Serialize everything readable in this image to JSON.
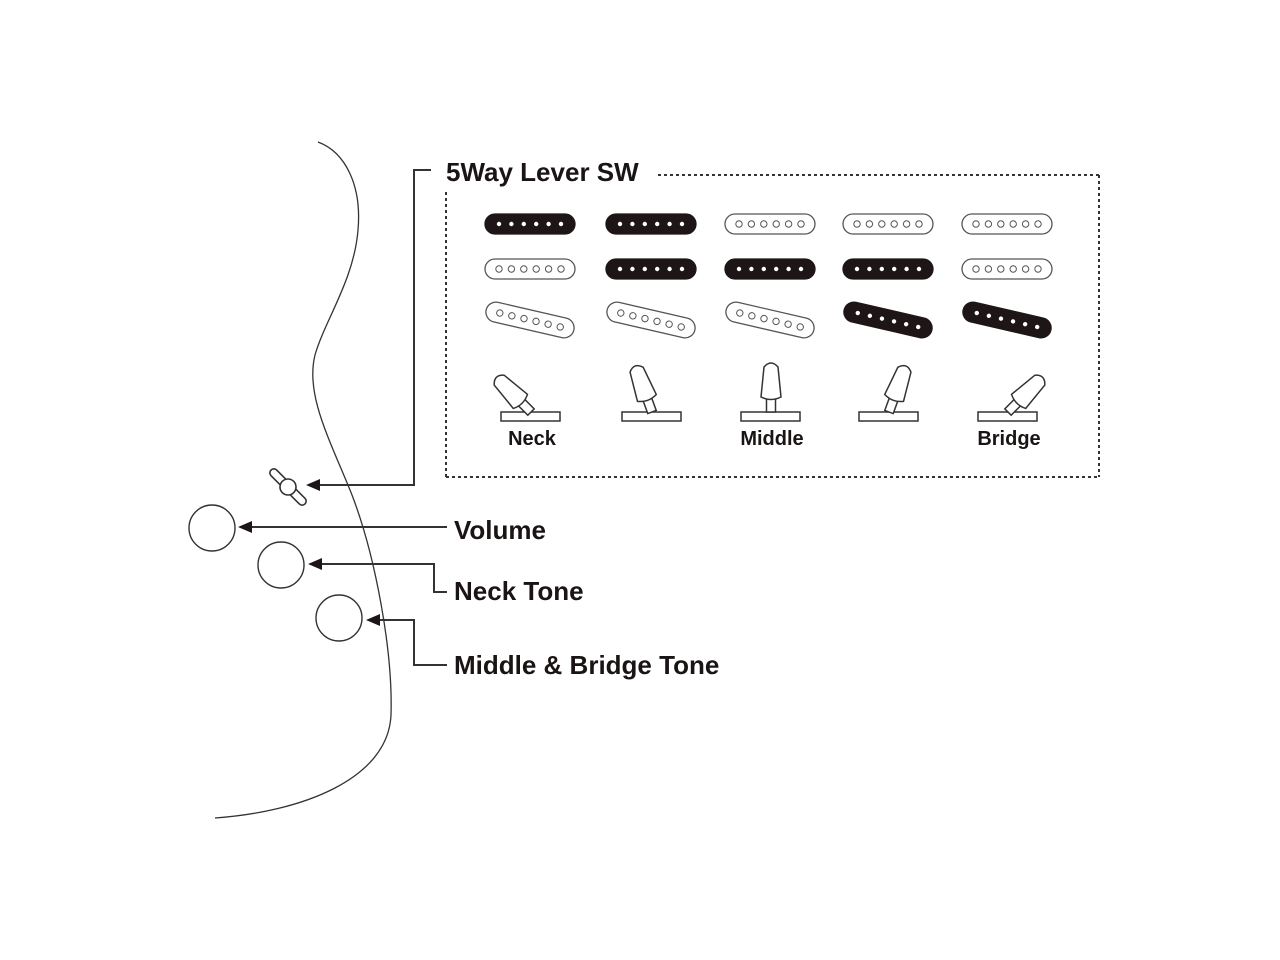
{
  "title": "5Way Lever SW",
  "colors": {
    "ink": "#1e1616",
    "line": "#333333",
    "bg": "#ffffff"
  },
  "switch_positions": [
    {
      "label": "Neck",
      "lever_angle_deg": -45,
      "pickups_on": {
        "neck": true,
        "middle": false,
        "bridge": false
      }
    },
    {
      "label": "",
      "lever_angle_deg": -20,
      "pickups_on": {
        "neck": true,
        "middle": true,
        "bridge": false
      }
    },
    {
      "label": "Middle",
      "lever_angle_deg": 0,
      "pickups_on": {
        "neck": false,
        "middle": true,
        "bridge": false
      }
    },
    {
      "label": "",
      "lever_angle_deg": 20,
      "pickups_on": {
        "neck": false,
        "middle": true,
        "bridge": true
      }
    },
    {
      "label": "Bridge",
      "lever_angle_deg": 45,
      "pickups_on": {
        "neck": false,
        "middle": false,
        "bridge": true
      }
    }
  ],
  "controls": [
    {
      "name": "lever-switch",
      "label": ""
    },
    {
      "name": "volume-knob",
      "label": "Volume"
    },
    {
      "name": "neck-tone-knob",
      "label": "Neck Tone"
    },
    {
      "name": "middle-bridge-tone-knob",
      "label": "Middle & Bridge Tone"
    }
  ]
}
